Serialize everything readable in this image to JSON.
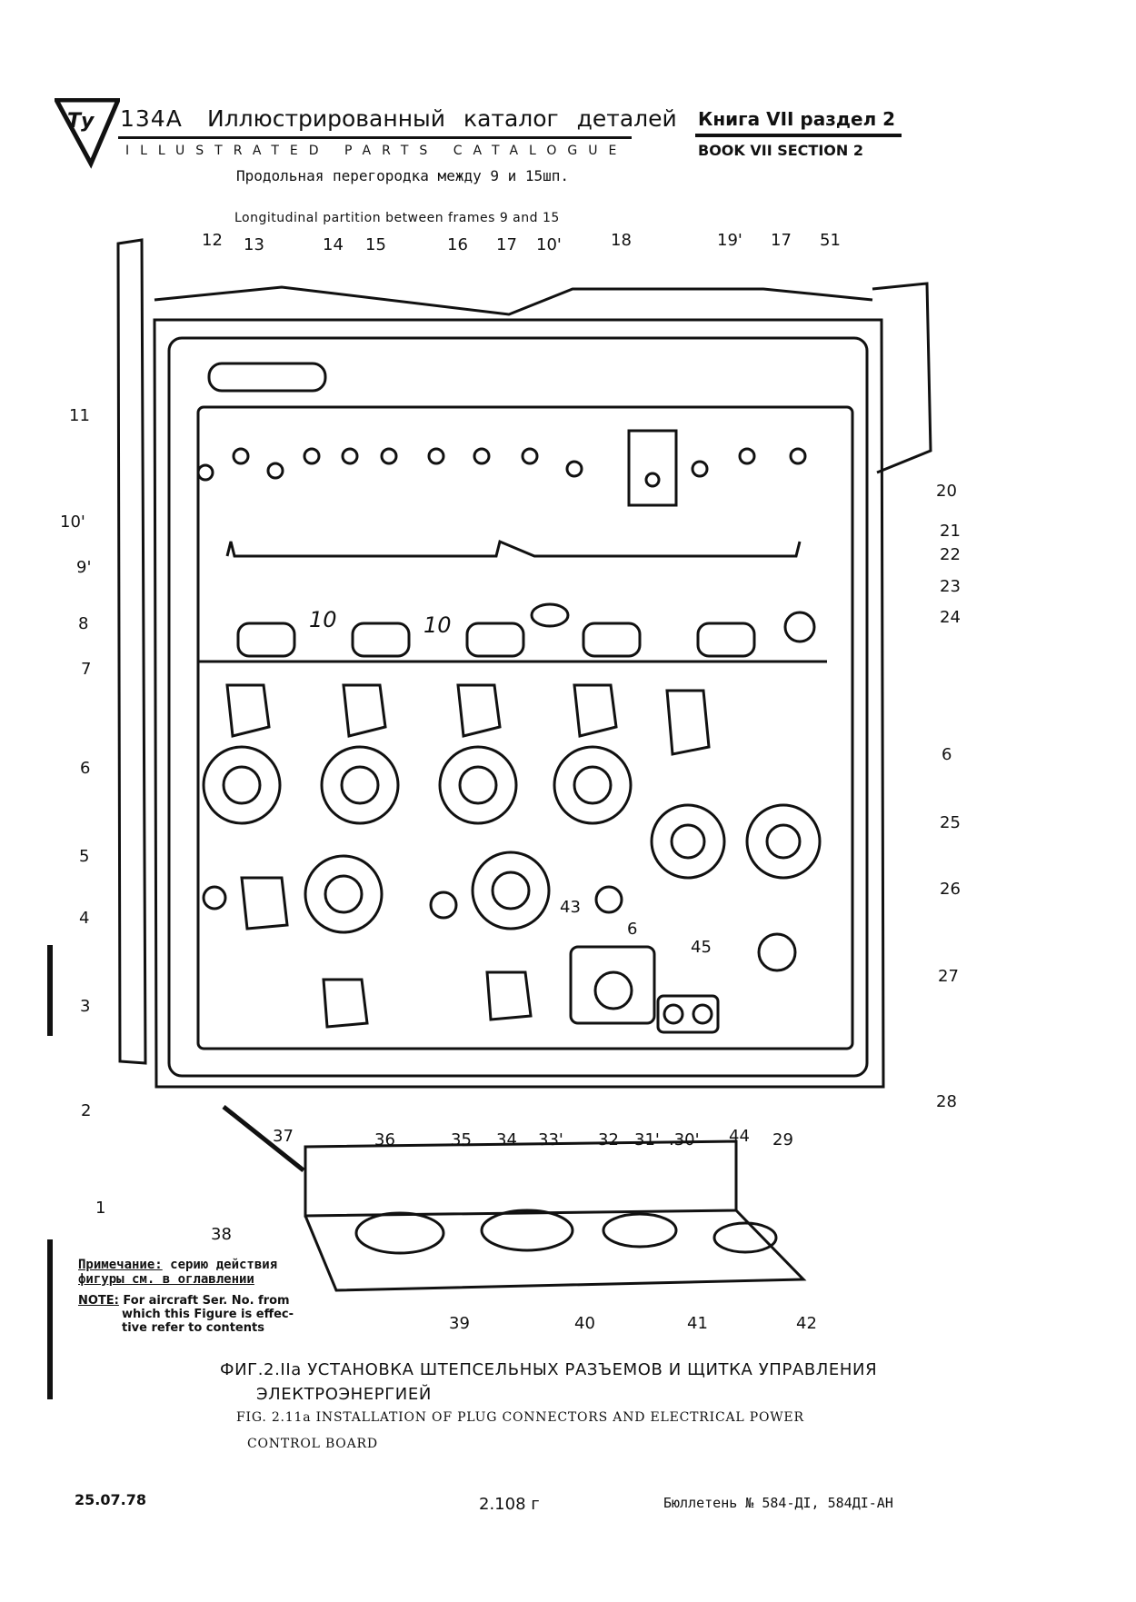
{
  "header": {
    "logo": "Ту",
    "model": "134А",
    "title_ru": "Иллюстрированный каталог деталей",
    "title_en": "ILLUSTRATED PARTS CATALOGUE",
    "book_ru": "Книга VII раздел 2",
    "book_en": "BOOK VII SECTION 2",
    "subtitle_ru": "Продольная перегородка между 9 и 15шп.",
    "subtitle_en": "Longitudinal partition between frames 9 and 15"
  },
  "callouts": [
    "12",
    "13",
    "14",
    "15",
    "16",
    "17",
    "10'",
    "18",
    "19'",
    "17",
    "51",
    "11",
    "10'",
    "9'",
    "8",
    "7",
    "6",
    "5",
    "4",
    "3",
    "2",
    "1",
    "20",
    "21",
    "22",
    "23",
    "24",
    "6",
    "25",
    "26",
    "27",
    "28",
    "37",
    "36",
    "35",
    "34",
    "33'",
    "32",
    "31'",
    ".30'",
    "44",
    "29",
    "43",
    "6",
    "45",
    "38",
    "39",
    "40",
    "41",
    "42",
    "10",
    "10"
  ],
  "note": {
    "ru_label": "Примечание:",
    "ru_line1": " серию действия",
    "ru_line2": "фигуры см. в оглавлении",
    "en_label": "NOTE:",
    "en_line1": " For aircraft Ser. No. from",
    "en_line2": "which this Figure is effec-",
    "en_line3": "tive refer to contents"
  },
  "caption": {
    "ru_line1": "ФИГ.2.IIа УСТАНОВКА ШТЕПСЕЛЬНЫХ РАЗЪЕМОВ И ЩИТКА УПРАВЛЕНИЯ",
    "ru_line2": "ЭЛЕКТРОЭНЕРГИЕЙ",
    "en_line1": "FIG. 2.11a INSTALLATION OF PLUG CONNECTORS AND ELECTRICAL POWER",
    "en_line2": "CONTROL BOARD"
  },
  "footer": {
    "date": "25.07.78",
    "page": "2.108 г",
    "bulletin": "Бюллетень № 584-ДI, 584ДI-АН"
  }
}
